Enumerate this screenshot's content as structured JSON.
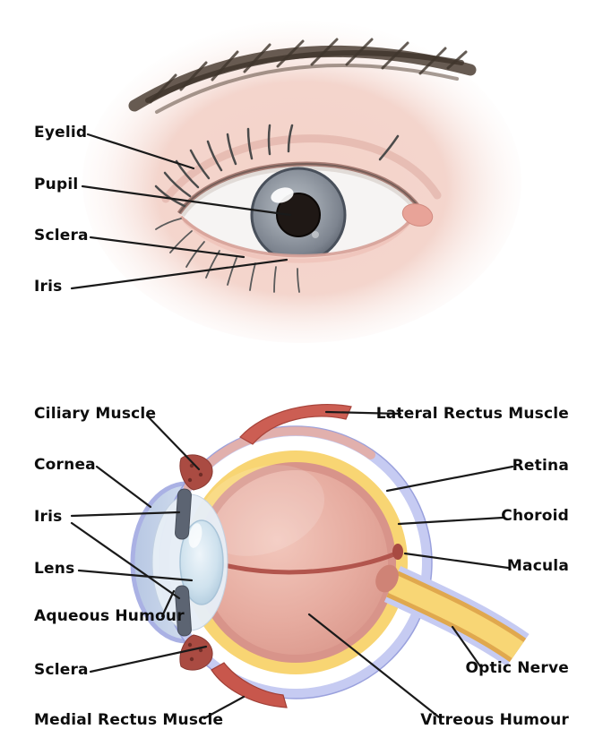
{
  "external_eye": {
    "labels": [
      "Eyelid",
      "Pupil",
      "Sclera",
      "Iris"
    ]
  },
  "cross_section": {
    "left_labels": [
      "Ciliary Muscle",
      "Cornea",
      "Iris",
      "Lens",
      "Aqueous Humour",
      "Sclera",
      "Medial Rectus Muscle"
    ],
    "right_labels": [
      "Lateral Rectus Muscle",
      "Retina",
      "Choroid",
      "Macula",
      "Optic Nerve",
      "Vitreous Humour"
    ]
  },
  "colors": {
    "sclera_coat": "#c6cbf2",
    "choroid": "#f8d573",
    "retina_interior": "#e6ab9f",
    "optic_nerve": "#f8d675",
    "muscle_red": "#c8574c",
    "lens_blue": "#cfe2ee",
    "label_text": "#0d0d0d"
  }
}
